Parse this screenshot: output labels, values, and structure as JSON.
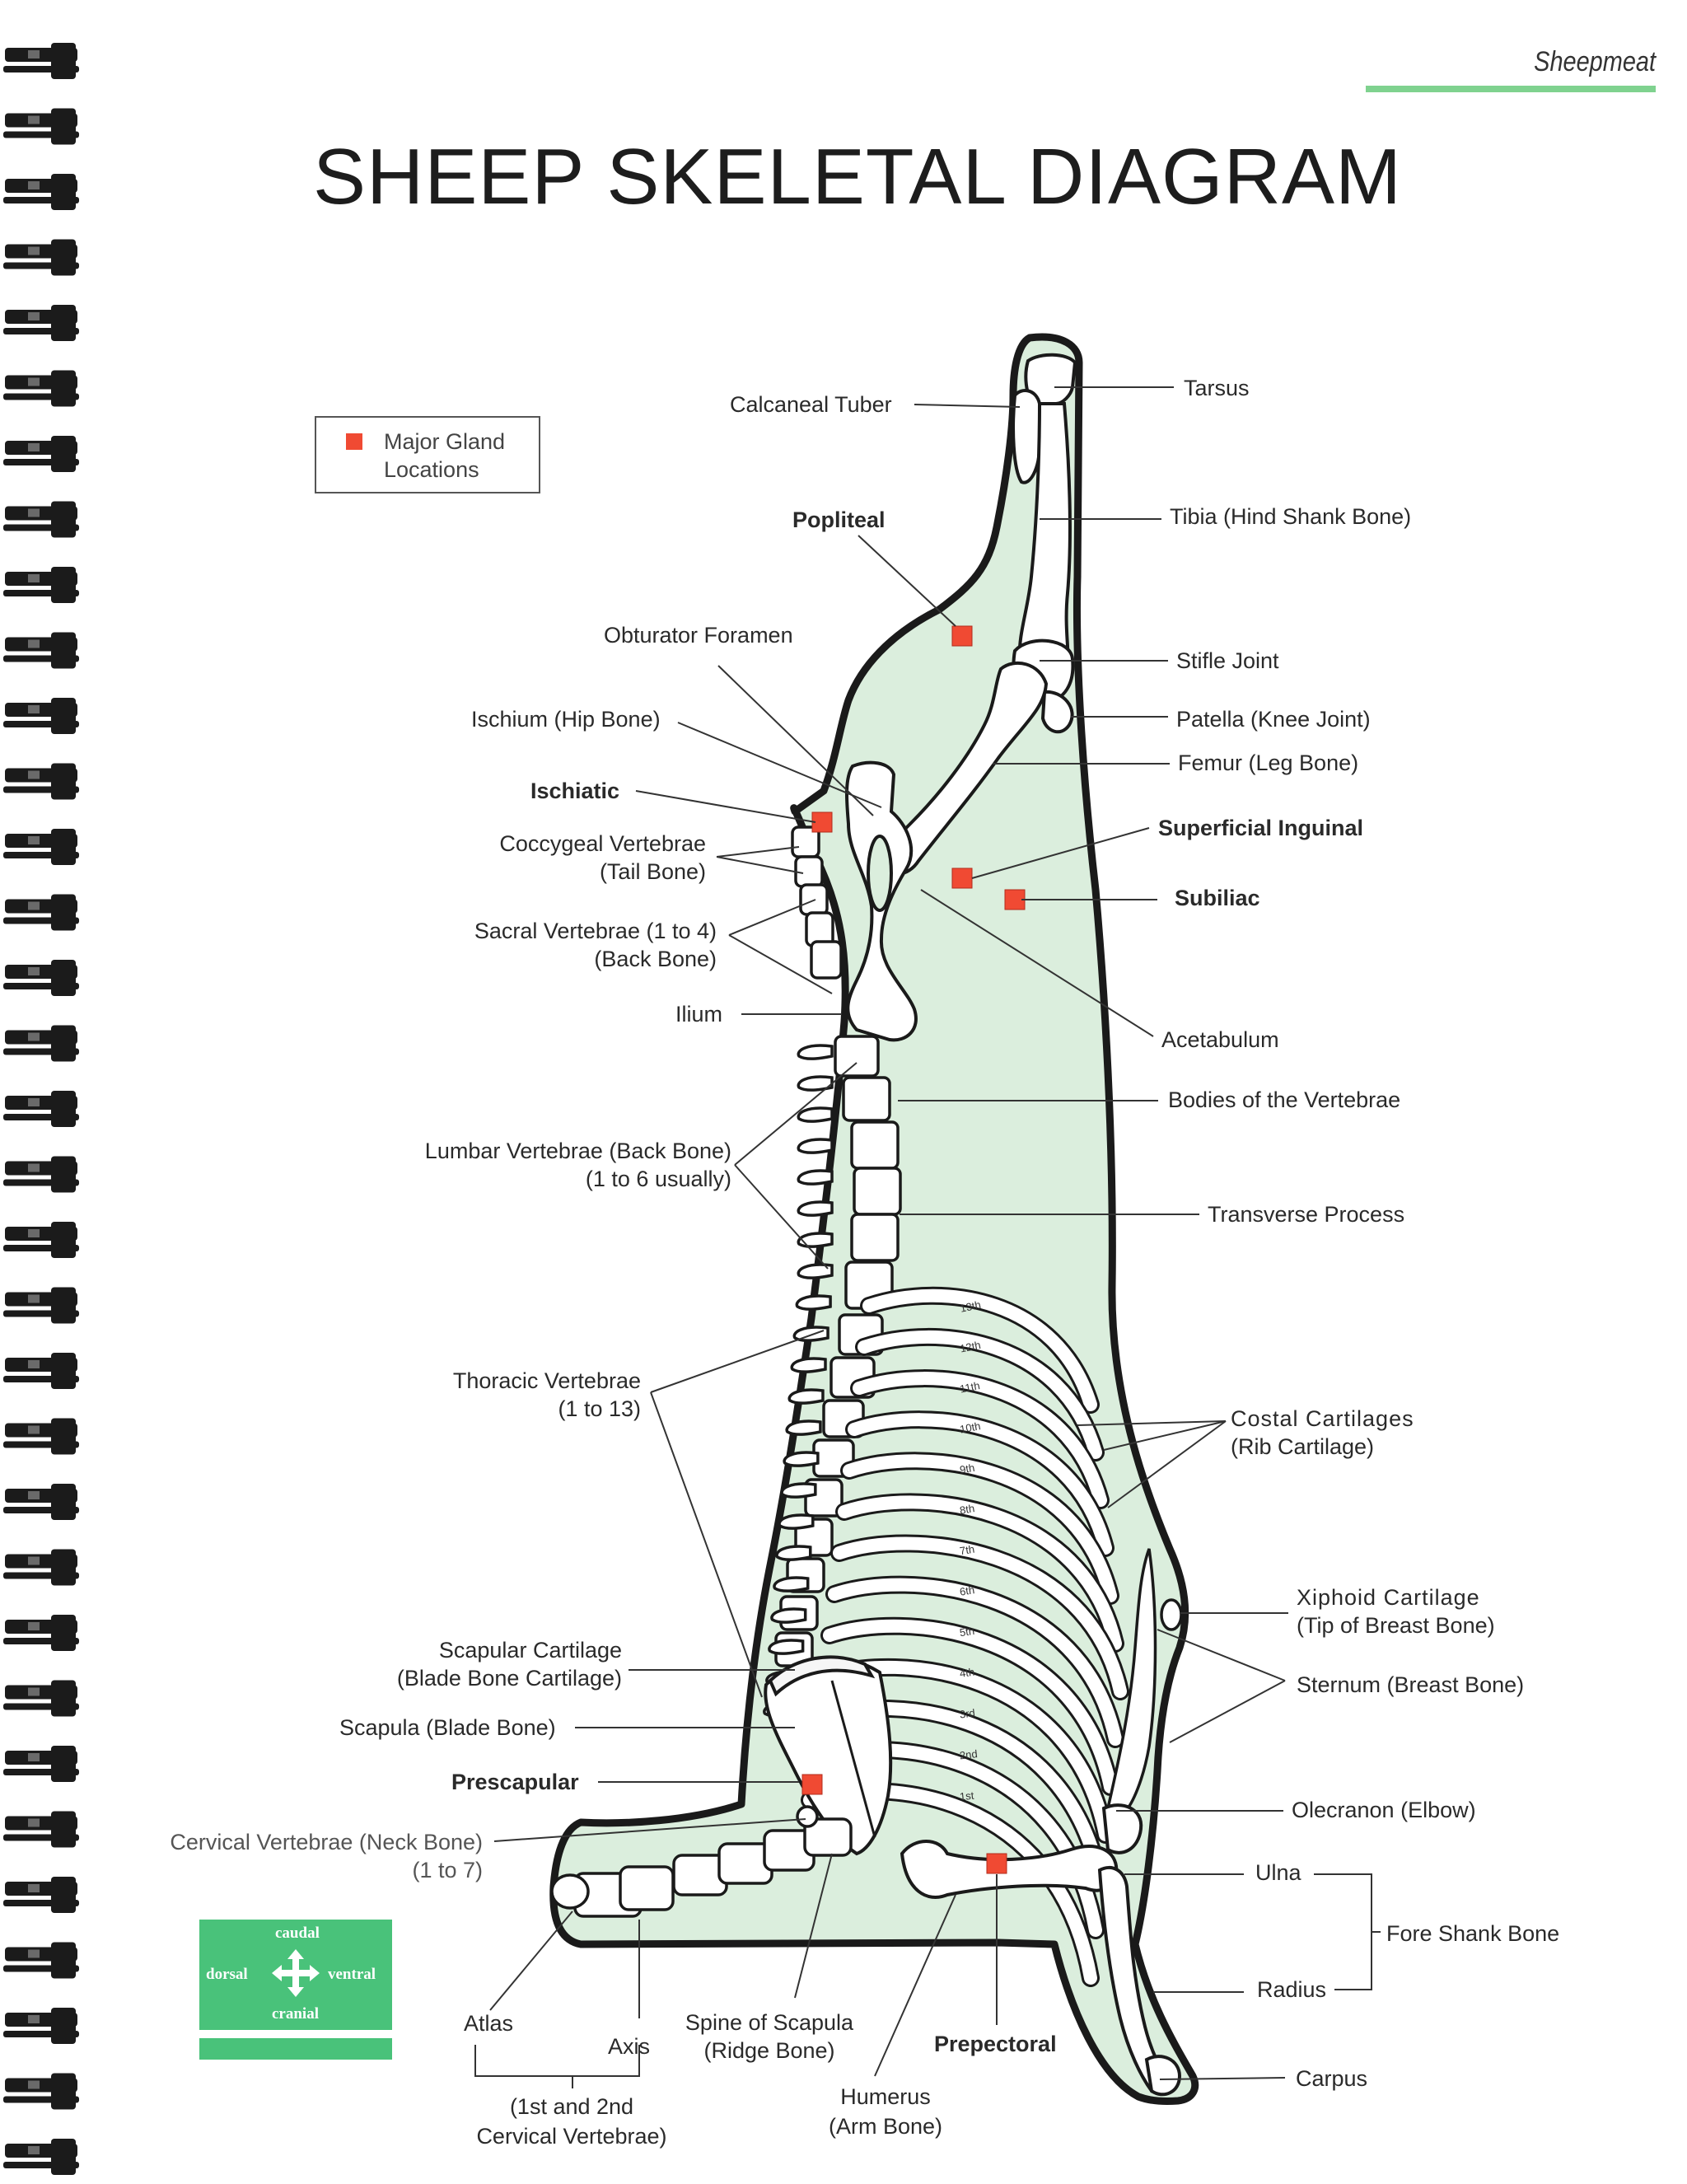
{
  "header": {
    "section": "Sheepmeat",
    "title": "SHEEP SKELETAL DIAGRAM"
  },
  "legend": {
    "marker_color": "#f04a33",
    "text": "Major Gland Locations"
  },
  "orientation": {
    "top": "caudal",
    "left": "dorsal",
    "right": "ventral",
    "bottom": "cranial",
    "color": "#49c27a"
  },
  "labels": {
    "calcaneal_tuber": "Calcaneal Tuber",
    "tarsus": "Tarsus",
    "popliteal": "Popliteal",
    "tibia": "Tibia (Hind Shank Bone)",
    "obturator_foramen": "Obturator Foramen",
    "stifle_joint": "Stifle Joint",
    "ischium": "Ischium (Hip Bone)",
    "patella": "Patella (Knee Joint)",
    "femur": "Femur (Leg Bone)",
    "ischiatic": "Ischiatic",
    "superficial_inguinal": "Superficial Inguinal",
    "coccygeal_1": "Coccygeal Vertebrae",
    "coccygeal_2": "(Tail Bone)",
    "subiliac": "Subiliac",
    "sacral_1": "Sacral Vertebrae (1 to 4)",
    "sacral_2": "(Back Bone)",
    "ilium": "Ilium",
    "acetabulum": "Acetabulum",
    "bodies_vertebrae": "Bodies of the Vertebrae",
    "lumbar_1": "Lumbar Vertebrae (Back Bone)",
    "lumbar_2": "(1 to 6 usually)",
    "transverse_process": "Transverse Process",
    "thoracic_1": "Thoracic Vertebrae",
    "thoracic_2": "(1 to 13)",
    "costal_1": "Costal Cartilages",
    "costal_2": "(Rib Cartilage)",
    "xiphoid_1": "Xiphoid Cartilage",
    "xiphoid_2": "(Tip of Breast Bone)",
    "scapular_cart_1": "Scapular Cartilage",
    "scapular_cart_2": "(Blade Bone Cartilage)",
    "sternum": "Sternum (Breast Bone)",
    "scapula": "Scapula (Blade Bone)",
    "prescapular": "Prescapular",
    "olecranon": "Olecranon (Elbow)",
    "cervical_1": "Cervical Vertebrae (Neck Bone)",
    "cervical_2": "(1 to 7)",
    "ulna": "Ulna",
    "fore_shank": "Fore Shank Bone",
    "radius": "Radius",
    "atlas": "Atlas",
    "axis": "Axis",
    "spine_scapula_1": "Spine of Scapula",
    "spine_scapula_2": "(Ridge Bone)",
    "prepectoral": "Prepectoral",
    "carpus": "Carpus",
    "cervical_note_1": "(1st and 2nd",
    "cervical_note_2": "Cervical Vertebrae)",
    "humerus_1": "Humerus",
    "humerus_2": "(Arm Bone)"
  },
  "ribs": [
    "13th",
    "12th",
    "11th",
    "10th",
    "9th",
    "8th",
    "7th",
    "6th",
    "5th",
    "4th",
    "3rd",
    "2nd",
    "1st"
  ],
  "colors": {
    "carcass_fill": "#dbeedd",
    "gland": "#f04a33",
    "accent_green": "#7fd28f"
  }
}
